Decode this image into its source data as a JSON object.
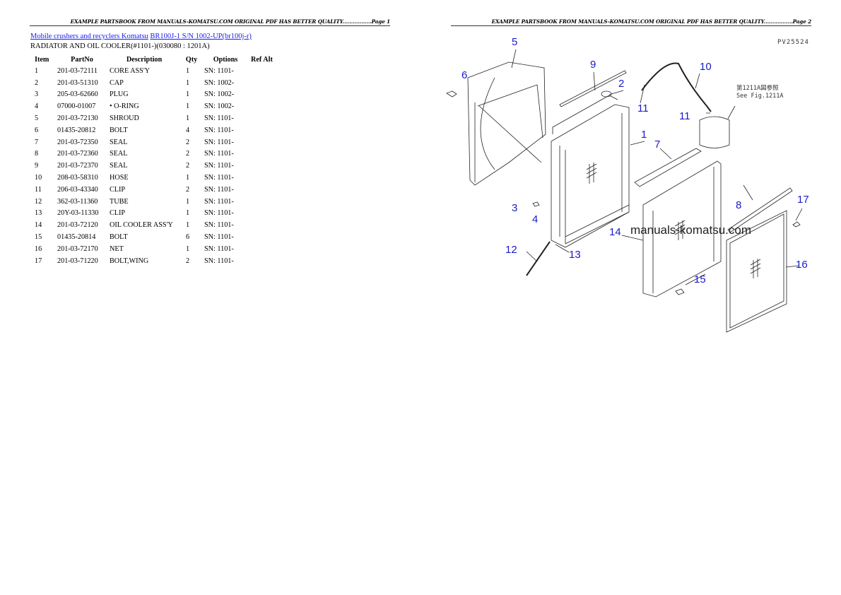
{
  "header": {
    "page1": "EXAMPLE PARTSBOOK FROM MANUALS-KOMATSU.COM ORIGINAL PDF HAS BETTER QUALITY.................Page 1",
    "page2": "EXAMPLE PARTSBOOK FROM MANUALS-KOMATSU.COM ORIGINAL PDF HAS BETTER QUALITY.................Page 2"
  },
  "breadcrumb": {
    "link1": "Mobile crushers and recyclers Komatsu",
    "link2": "BR100J-1 S/N 1002-UP(br100j-r)"
  },
  "subtitle": "RADIATOR AND OIL COOLER(#1101-)(030080 : 1201A)",
  "table": {
    "columns": [
      "Item",
      "PartNo",
      "Description",
      "Qty",
      "Options",
      "Ref Alt"
    ],
    "rows": [
      {
        "item": "1",
        "part": "201-03-72111",
        "desc": "CORE ASS'Y",
        "qty": "1",
        "opt": "SN: 1101-"
      },
      {
        "item": "2",
        "part": "201-03-51310",
        "desc": "CAP",
        "qty": "1",
        "opt": "SN: 1002-"
      },
      {
        "item": "3",
        "part": "205-03-62660",
        "desc": "PLUG",
        "qty": "1",
        "opt": "SN: 1002-"
      },
      {
        "item": "4",
        "part": "07000-01007",
        "desc": "• O-RING",
        "qty": "1",
        "opt": "SN: 1002-"
      },
      {
        "item": "5",
        "part": "201-03-72130",
        "desc": "SHROUD",
        "qty": "1",
        "opt": "SN: 1101-"
      },
      {
        "item": "6",
        "part": "01435-20812",
        "desc": "BOLT",
        "qty": "4",
        "opt": "SN: 1101-"
      },
      {
        "item": "7",
        "part": "201-03-72350",
        "desc": "SEAL",
        "qty": "2",
        "opt": "SN: 1101-"
      },
      {
        "item": "8",
        "part": "201-03-72360",
        "desc": "SEAL",
        "qty": "2",
        "opt": "SN: 1101-"
      },
      {
        "item": "9",
        "part": "201-03-72370",
        "desc": "SEAL",
        "qty": "2",
        "opt": "SN: 1101-"
      },
      {
        "item": "10",
        "part": "208-03-58310",
        "desc": "HOSE",
        "qty": "1",
        "opt": "SN: 1101-"
      },
      {
        "item": "11",
        "part": "206-03-43340",
        "desc": "CLIP",
        "qty": "2",
        "opt": "SN: 1101-"
      },
      {
        "item": "12",
        "part": "362-03-11360",
        "desc": "TUBE",
        "qty": "1",
        "opt": "SN: 1101-"
      },
      {
        "item": "13",
        "part": "20Y-03-11330",
        "desc": "CLIP",
        "qty": "1",
        "opt": "SN: 1101-"
      },
      {
        "item": "14",
        "part": "201-03-72120",
        "desc": "OIL COOLER ASS'Y",
        "qty": "1",
        "opt": "SN: 1101-"
      },
      {
        "item": "15",
        "part": "01435-20814",
        "desc": "BOLT",
        "qty": "6",
        "opt": "SN: 1101-"
      },
      {
        "item": "16",
        "part": "201-03-72170",
        "desc": "NET",
        "qty": "1",
        "opt": "SN: 1101-"
      },
      {
        "item": "17",
        "part": "201-03-71220",
        "desc": "BOLT,WING",
        "qty": "2",
        "opt": "SN: 1101-"
      }
    ]
  },
  "diagram": {
    "code": "PV25524",
    "note_line1": "第1211A図参照",
    "note_line2": "See Fig.1211A",
    "watermark": "manuals-komatsu.com",
    "callouts": [
      "1",
      "2",
      "3",
      "4",
      "5",
      "6",
      "7",
      "8",
      "9",
      "10",
      "11",
      "11",
      "12",
      "13",
      "14",
      "15",
      "16",
      "17"
    ]
  }
}
